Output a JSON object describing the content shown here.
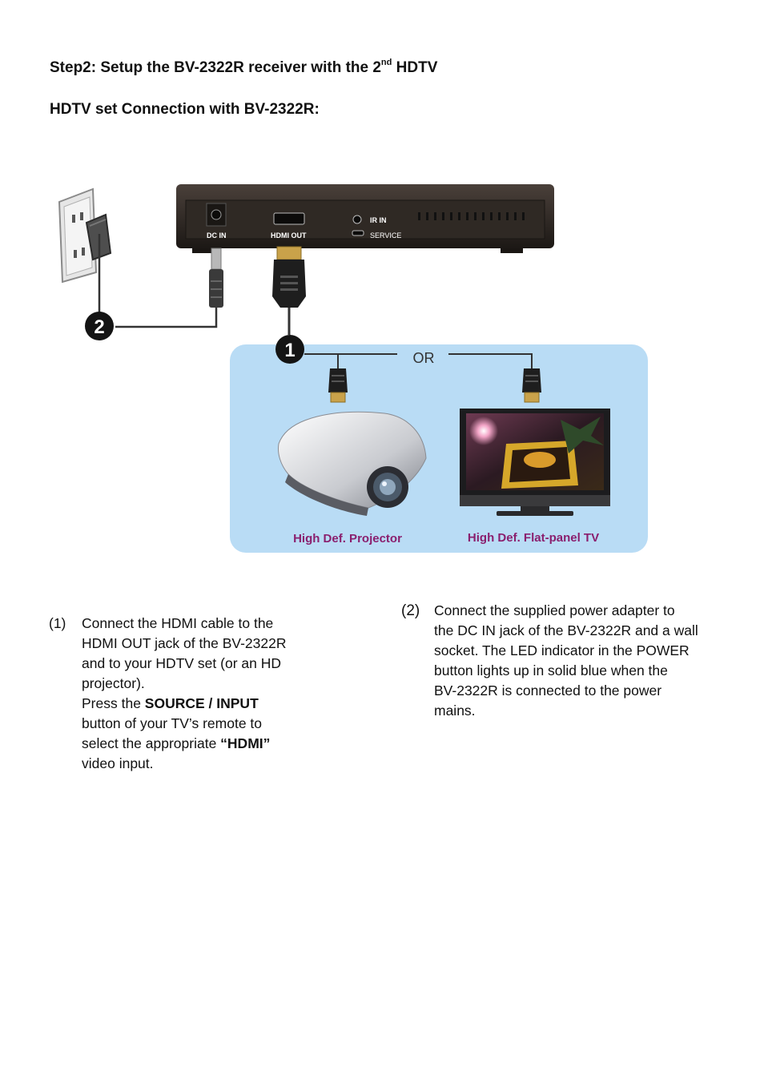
{
  "heading1": {
    "prefix": "Step2: Setup the BV-2322R receiver with the 2",
    "superscript": "nd",
    "suffix": " HDTV"
  },
  "heading2": "HDTV set Connection with BV-2322R:",
  "diagram": {
    "ports": {
      "dc_in": "DC IN",
      "hdmi_out": "HDMI OUT",
      "ir_in": "IR IN",
      "service": "SERVICE"
    },
    "step_markers": [
      "1",
      "2"
    ],
    "or_label": "OR",
    "projector_label": "High Def. Projector",
    "tv_label": "High Def. Flat-panel TV",
    "colors": {
      "panel_background": "#b9dcf5",
      "device_label": "#8a1f6e",
      "receiver_body": "#2a2420"
    }
  },
  "steps": [
    {
      "number": "(1)",
      "lines": [
        "Connect the HDMI cable to the",
        "HDMI OUT jack of the BV-2322R",
        "and to your HDTV set (or an HD",
        "projector)."
      ],
      "press_prefix": "Press the ",
      "press_bold": "SOURCE / INPUT",
      "press_line2": "button of your TV’s remote to",
      "press_line3_prefix": "select the appropriate ",
      "press_line3_bold": "“HDMI”",
      "press_line4": "video input."
    },
    {
      "number": "(2)",
      "lines": [
        "Connect the supplied power adapter to",
        "the DC IN jack of the BV-2322R and a wall",
        "socket. The LED indicator in the POWER",
        "button lights up in solid blue when the",
        "BV-2322R is connected to the power",
        "mains."
      ]
    }
  ]
}
